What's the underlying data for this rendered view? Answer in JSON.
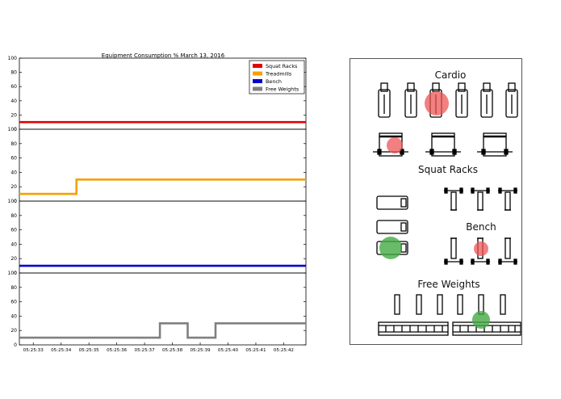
{
  "chart_data": {
    "type": "line",
    "title": "Equipment Consumption % March 13, 2016",
    "xlabel": "",
    "ylabel": "",
    "x_ticks": [
      "05:25:33",
      "05:25:34",
      "05:25:35",
      "05:25:36",
      "05:25:37",
      "05:25:38",
      "05:25:39",
      "05:25:40",
      "05:25:41",
      "05:25:42"
    ],
    "x_range": [
      0,
      10.3
    ],
    "ylim": [
      0,
      100
    ],
    "y_ticks": [
      0,
      20,
      40,
      60,
      80,
      100
    ],
    "grid": false,
    "legend_position": "top-right",
    "series": [
      {
        "name": "Squat Racks",
        "color": "#e00000",
        "x": [
          0,
          10.3
        ],
        "y": [
          10,
          10
        ]
      },
      {
        "name": "Treadmills",
        "color": "#f5a000",
        "x": [
          0,
          2.05,
          2.05,
          10.3
        ],
        "y": [
          10,
          10,
          30,
          30
        ]
      },
      {
        "name": "Bench",
        "color": "#0000cc",
        "x": [
          0,
          10.3
        ],
        "y": [
          10,
          10
        ]
      },
      {
        "name": "Free Weights",
        "color": "#808080",
        "x": [
          0,
          5.05,
          5.05,
          6.05,
          6.05,
          7.05,
          7.05,
          10.3
        ],
        "y": [
          10,
          10,
          30,
          30,
          10,
          10,
          30,
          30
        ]
      }
    ]
  },
  "floor": {
    "sections": {
      "cardio": "Cardio",
      "squat_racks": "Squat Racks",
      "bench": "Bench",
      "free_weights": "Free Weights"
    },
    "colors": {
      "busy": "#ee5555",
      "available": "#44aa44"
    }
  }
}
